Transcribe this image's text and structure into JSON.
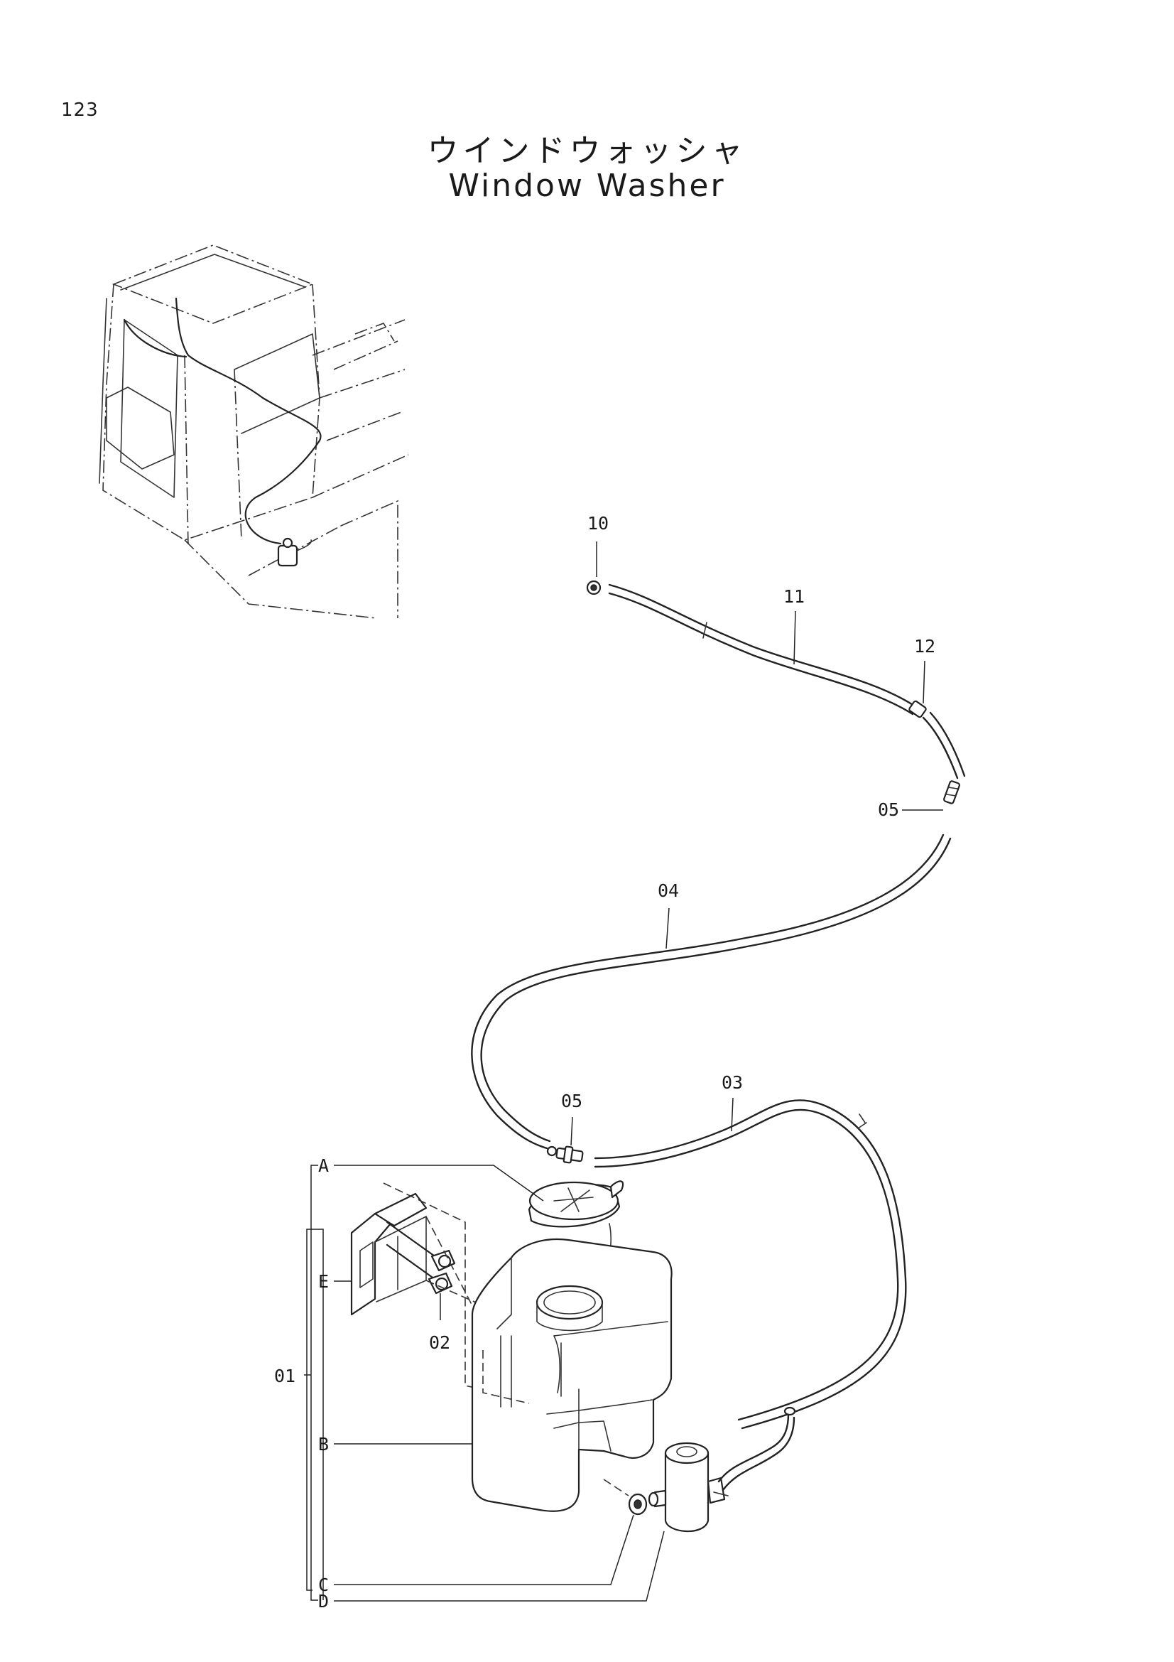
{
  "page_number": "123",
  "title_japanese": "ウインドウォッシャ",
  "title_english": "Window Washer",
  "callouts": {
    "p10": "10",
    "p11": "11",
    "p12": "12",
    "p05_upper": "05",
    "p04": "04",
    "p05_lower": "05",
    "p03": "03",
    "p02": "02",
    "p01": "01",
    "sub_a": "A",
    "sub_b": "B",
    "sub_c": "C",
    "sub_d": "D",
    "sub_e": "E"
  }
}
